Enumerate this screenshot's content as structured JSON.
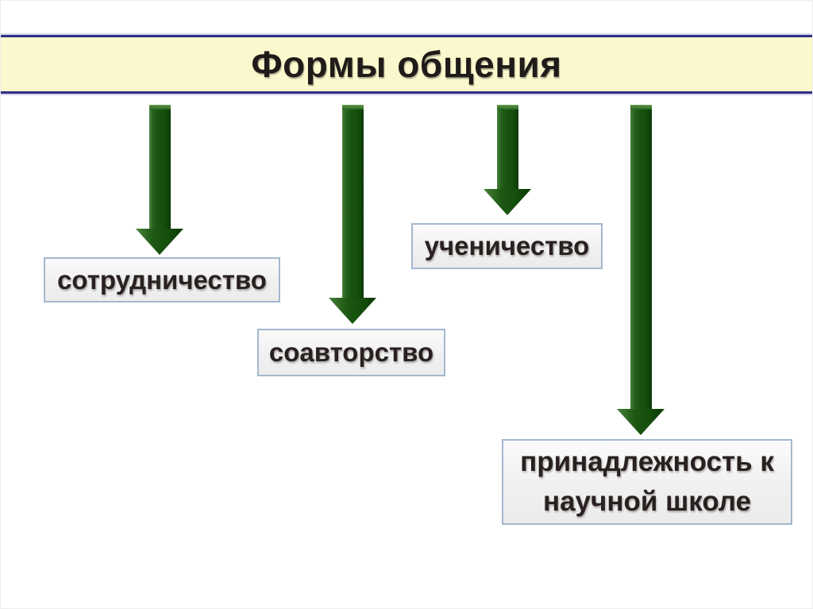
{
  "slide": {
    "title": "Формы общения",
    "boxes": [
      {
        "label": "сотрудничество"
      },
      {
        "label": "соавторство"
      },
      {
        "label": "ученичество"
      },
      {
        "label": "принадлежность к научной школе"
      }
    ],
    "colors": {
      "title_background": "#FBF8CD",
      "title_border_navy": "#2F3184",
      "title_border_halo": "#D3D5EE",
      "box_border": "#A3B8D0",
      "box_background": "#EFEFEF",
      "arrow_green": "#1A5413",
      "text_dark": "#282120"
    },
    "icons": [
      {
        "name": "down-arrow",
        "count": 4
      }
    ]
  }
}
